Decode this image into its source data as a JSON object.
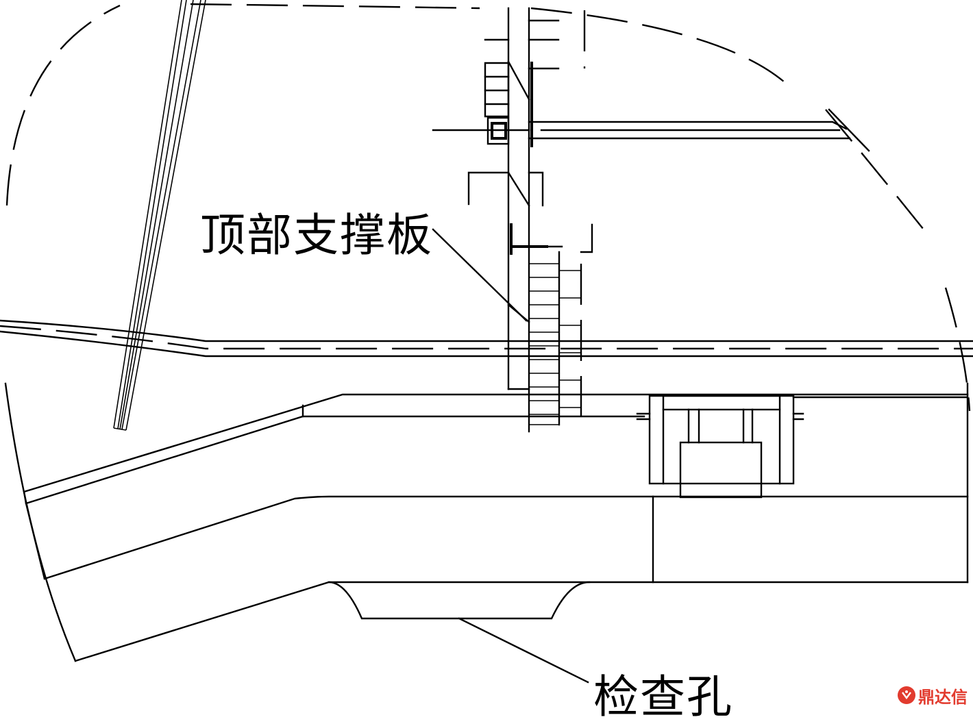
{
  "labels": {
    "top_support_plate": "顶部支撑板",
    "inspection_hole": "检查孔"
  },
  "watermark": {
    "text": "鼎达信",
    "color": "#e23b2e",
    "icon": "brand-logo-icon"
  },
  "colors": {
    "line": "#000000",
    "background": "#ffffff"
  }
}
